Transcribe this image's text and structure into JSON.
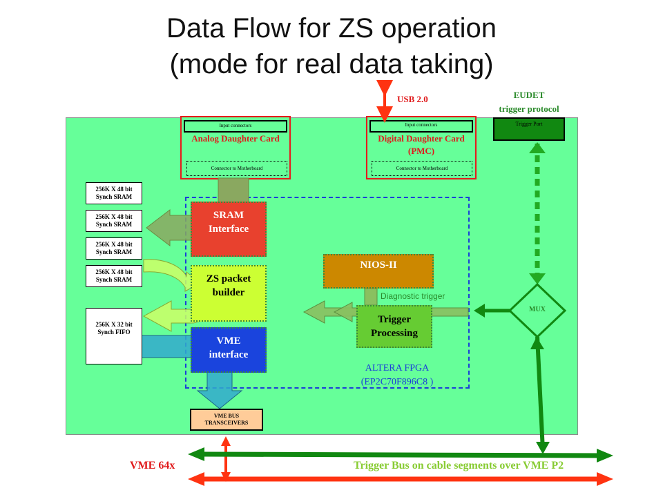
{
  "title": {
    "line1": "Data Flow for ZS operation",
    "line2": "(mode for real data taking)"
  },
  "labels": {
    "usb": "USB 2.0",
    "eudet": "EUDET",
    "trigger_protocol": "trigger protocol",
    "trigger_port": "Trigger Port",
    "analog_connector": "Input connectors",
    "analog_card": "Analog Daughter Card",
    "analog_mb": "Connector to Motherboard",
    "digital_connector": "Input connectors",
    "digital_card_line1": "Digital Daughter Card",
    "digital_card_line2": "(PMC)",
    "digital_mb": "Connector to Motherboard",
    "sram_1_line1": "256K X 48 bit",
    "sram_1_line2": "Synch SRAM",
    "sram_2_line1": "256K X 48 bit",
    "sram_2_line2": "Synch SRAM",
    "sram_3_line1": "256K X 48 bit",
    "sram_3_line2": "Synch SRAM",
    "sram_4_line1": "256K X 48 bit",
    "sram_4_line2": "Synch SRAM",
    "fifo_line1": "256K X 32 bit",
    "fifo_line2": "Synch FIFO",
    "sram_if_line1": "SRAM",
    "sram_if_line2": "Interface",
    "zs_line1": "ZS packet",
    "zs_line2": "builder",
    "vme_if_line1": "VME",
    "vme_if_line2": "interface",
    "nios": "NIOS-II",
    "diag": "Diagnostic trigger",
    "trig_proc_line1": "Trigger",
    "trig_proc_line2": "Processing",
    "fpga_line1": "ALTERA FPGA",
    "fpga_line2": "(EP2C70F896C8 )",
    "mux": "MUX",
    "transceivers_line1": "VME BUS",
    "transceivers_line2": "TRANSCEIVERS",
    "vme64x": "VME 64x",
    "trigger_bus": "Trigger Bus on cable segments over VME P2"
  },
  "colors": {
    "board": "#66ff99",
    "red_border": "#e8191a",
    "sram_interface": "#e8412e",
    "zs_builder": "#ccff33",
    "vme_interface": "#1a44dd",
    "nios": "#cc8800",
    "trigger_processing": "#66cc33",
    "trigger_port": "#118811",
    "transceivers": "#ffcc99",
    "fpga_border": "#1a3fd9",
    "red_arrow": "#ff3311",
    "green_arrow": "#118811"
  }
}
